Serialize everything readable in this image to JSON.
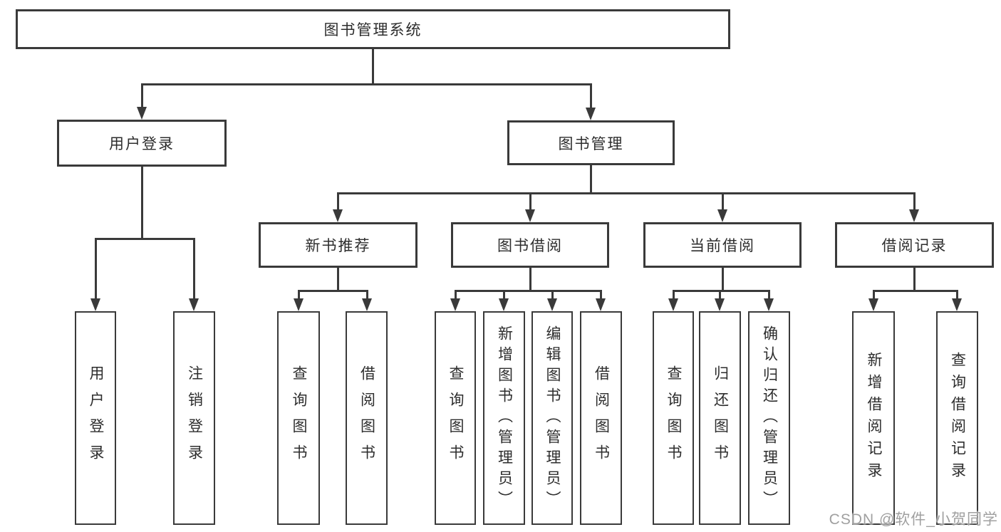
{
  "diagram_title": "图书管理系统",
  "tree": {
    "label": "图书管理系统",
    "children": [
      {
        "label": "用户登录",
        "children": [
          {
            "label": "用户登录"
          },
          {
            "label": "注销登录"
          }
        ]
      },
      {
        "label": "图书管理",
        "children": [
          {
            "label": "新书推荐",
            "children": [
              {
                "label": "查询图书"
              },
              {
                "label": "借阅图书"
              }
            ]
          },
          {
            "label": "图书借阅",
            "children": [
              {
                "label": "查询图书"
              },
              {
                "label": "新增图书（管理员）"
              },
              {
                "label": "编辑图书（管理员）"
              },
              {
                "label": "借阅图书"
              }
            ]
          },
          {
            "label": "当前借阅",
            "children": [
              {
                "label": "查询图书"
              },
              {
                "label": "归还图书"
              },
              {
                "label": "确认归还（管理员）"
              }
            ]
          },
          {
            "label": "借阅记录",
            "children": [
              {
                "label": "新增借阅记录"
              },
              {
                "label": "查询借阅记录"
              }
            ]
          }
        ]
      }
    ]
  },
  "watermark": "CSDN @软件_小贺同学",
  "colors": {
    "line": "#3a3a3a",
    "text": "#2d2d2d",
    "background": "#ffffff",
    "watermark": "#a0a0a0"
  }
}
